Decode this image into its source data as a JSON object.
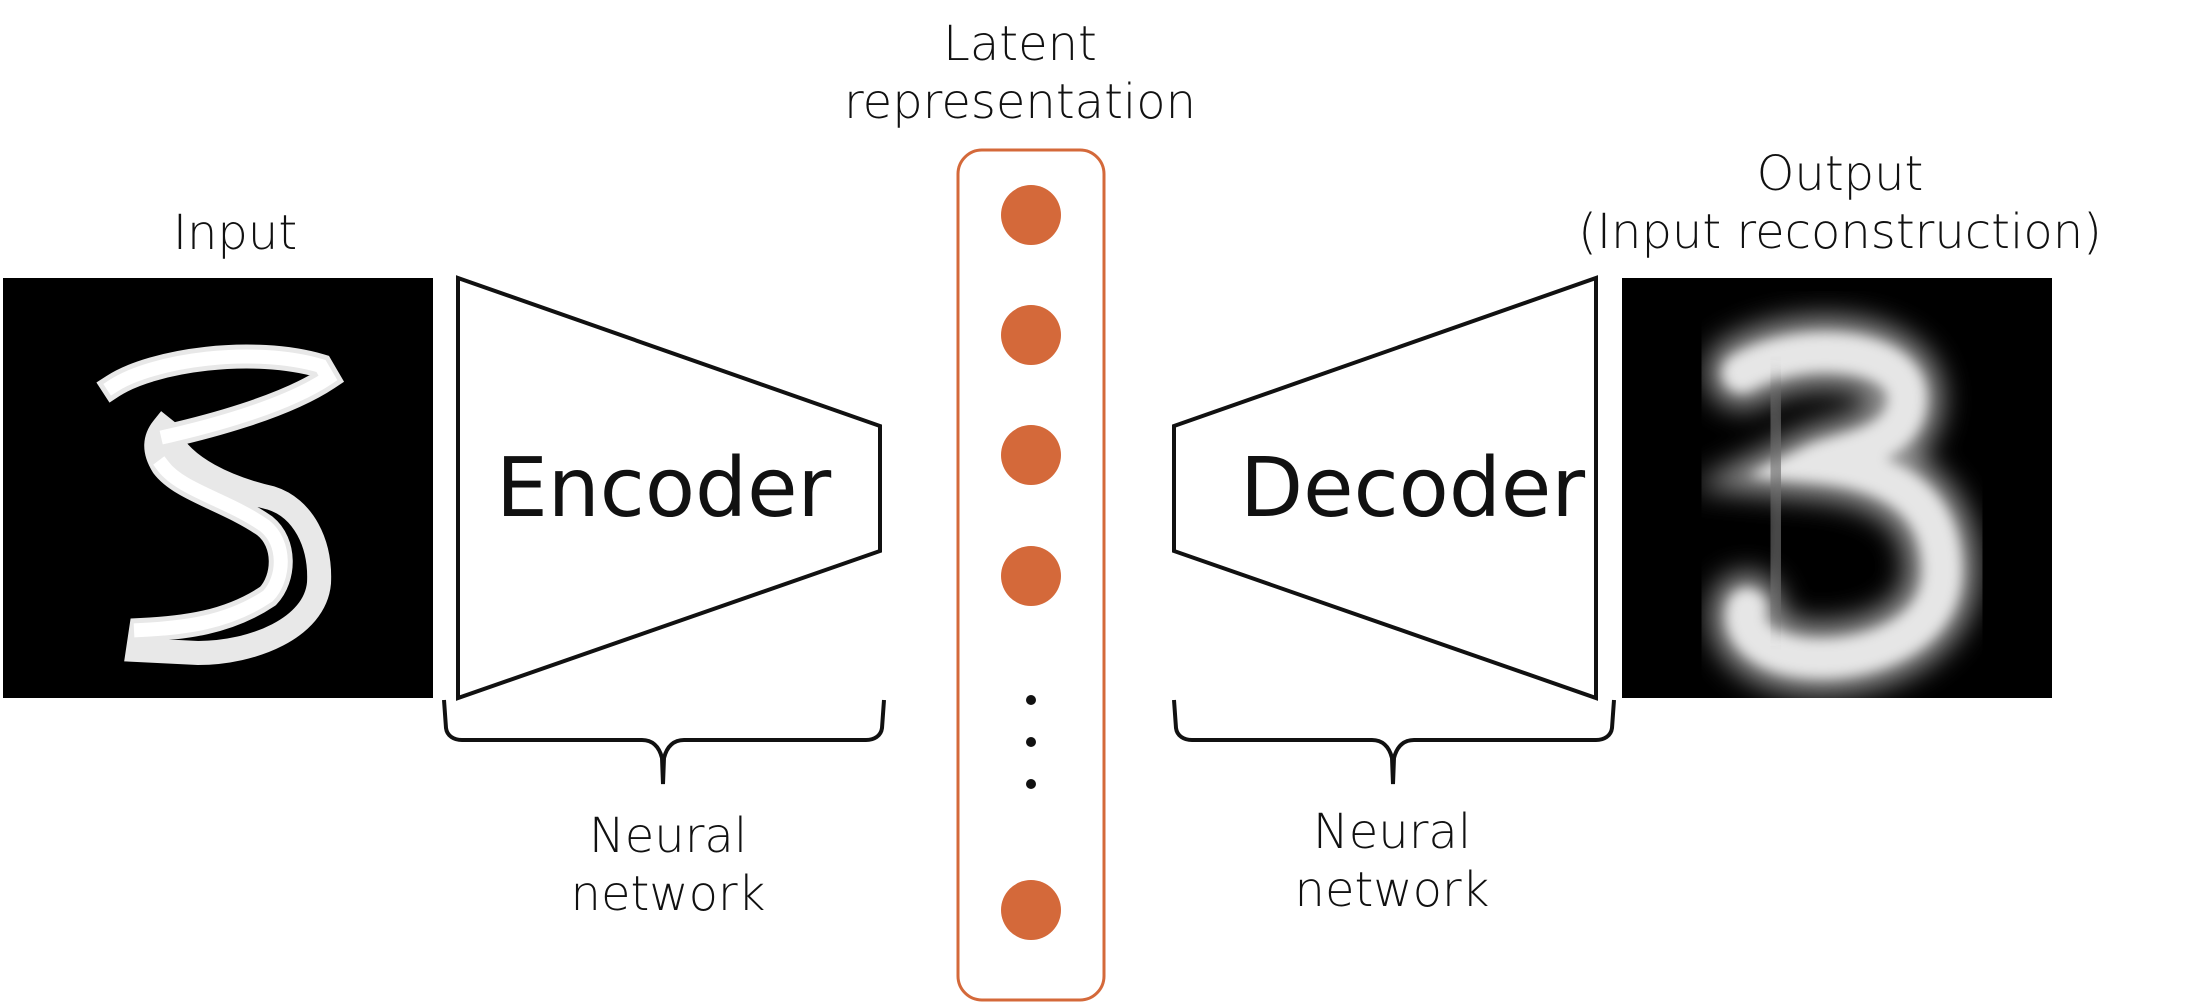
{
  "input": {
    "title": "Input"
  },
  "encoder": {
    "label": "Encoder",
    "caption_line1": "Neural",
    "caption_line2": "network"
  },
  "latent": {
    "title_line1": "Latent",
    "title_line2": "representation",
    "node_count_visible": 5,
    "ellipsis": "⋮"
  },
  "decoder": {
    "label": "Decoder",
    "caption_line1": "Neural",
    "caption_line2": "network"
  },
  "output": {
    "title_line1": "Output",
    "title_line2": "(Input reconstruction)"
  },
  "colors": {
    "latent_accent": "#D4693A",
    "stroke": "#111111",
    "image_background": "#000000"
  }
}
